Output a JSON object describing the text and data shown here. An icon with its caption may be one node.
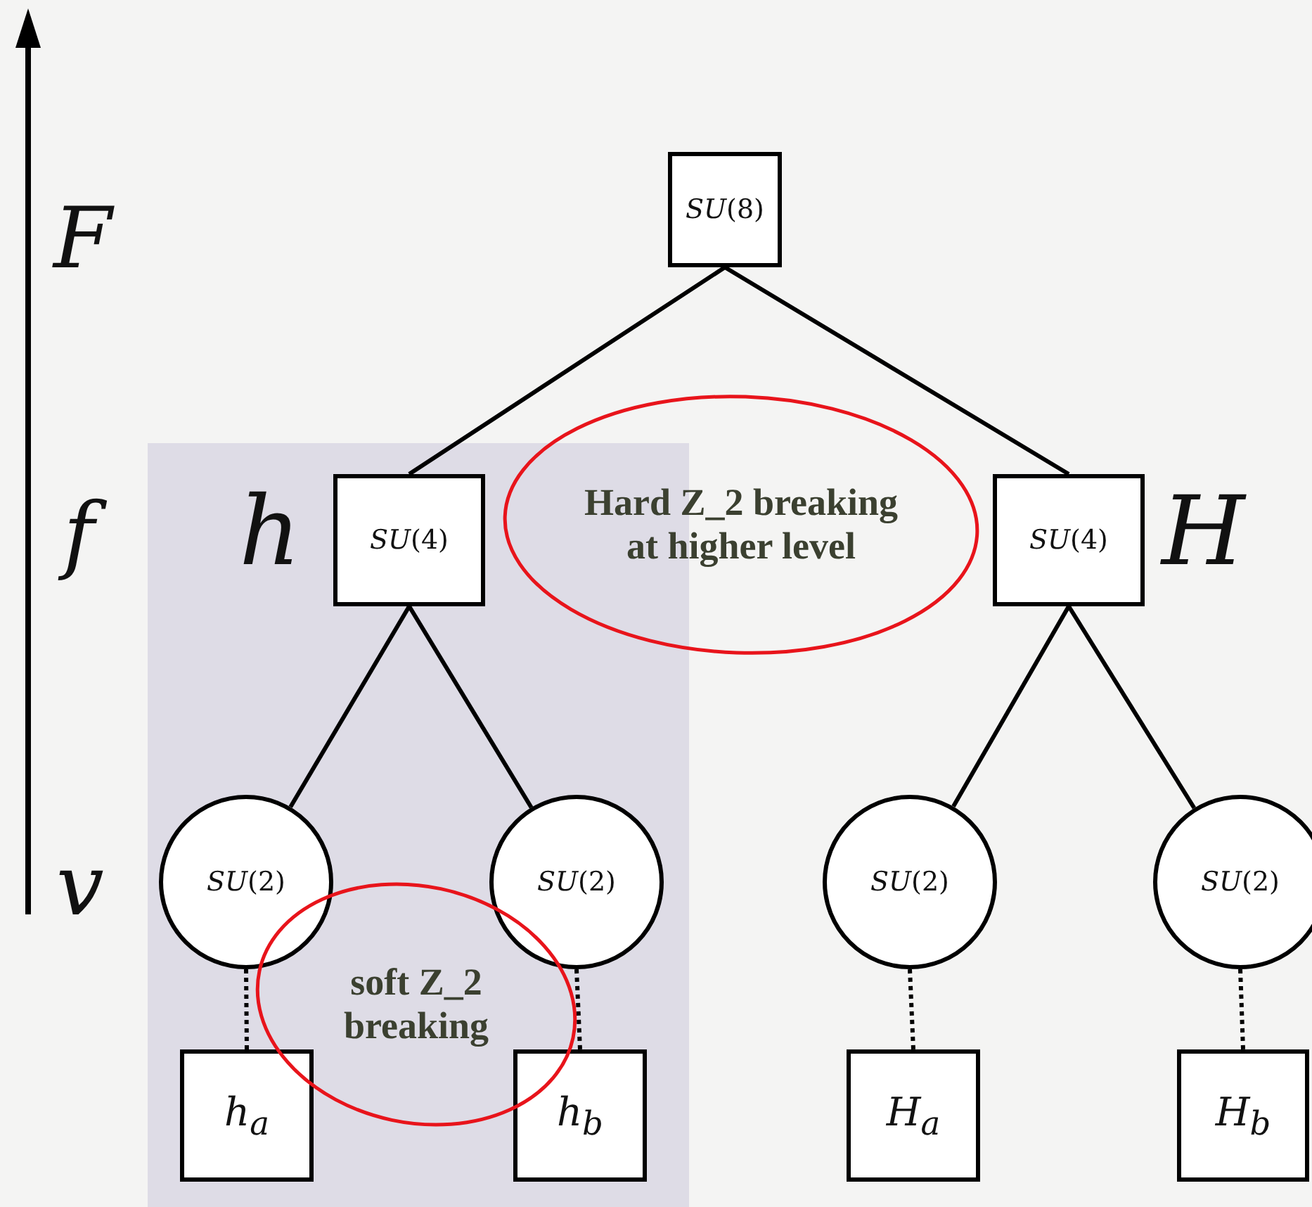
{
  "diagram": {
    "nodes": [
      {
        "text": [
          "*SU*(8)"
        ]
      },
      {
        "text": [
          "*SU*(4)"
        ],
        "beside": [
          "h"
        ]
      },
      {
        "text": [
          "*SU*(4)"
        ],
        "beside": [
          "H"
        ]
      },
      {
        "text": [
          "*SU*(2)"
        ]
      },
      {
        "text": [
          "*SU*(2)"
        ]
      },
      {
        "text": [
          "*SU*(2)"
        ]
      },
      {
        "text": [
          "*SU*(2)"
        ]
      },
      {
        "text": [
          "h$_{a}$"
        ]
      },
      {
        "text": [
          "h$_{b}$"
        ]
      },
      {
        "text": [
          "H$_{a}$"
        ]
      },
      {
        "text": [
          "H$_{b}$"
        ]
      },
      {
        "text": [
          "Hard Z_2 breaking at higher level"
        ]
      },
      {
        "text": [
          "soft Z_2 breaking"
        ]
      }
    ],
    "edges": [
      {
        "from": 0,
        "to": 1,
        "arrow": "none"
      },
      {
        "from": 0,
        "to": 2,
        "arrow": "none"
      },
      {
        "from": 1,
        "to": 3,
        "arrow": "none"
      },
      {
        "from": 1,
        "to": 4,
        "arrow": "none"
      },
      {
        "from": 2,
        "to": 5,
        "arrow": "none"
      },
      {
        "from": 2,
        "to": 6,
        "arrow": "none"
      },
      {
        "from": 3,
        "to": 7,
        "arrow": "none",
        "style": "dashed"
      },
      {
        "from": 4,
        "to": 8,
        "arrow": "none",
        "style": "dashed"
      },
      {
        "from": 5,
        "to": 9,
        "arrow": "none",
        "style": "dashed"
      },
      {
        "from": 6,
        "to": 10,
        "arrow": "none",
        "style": "dashed"
      }
    ],
    "labels": [
      "F",
      "f",
      "v"
    ]
  }
}
